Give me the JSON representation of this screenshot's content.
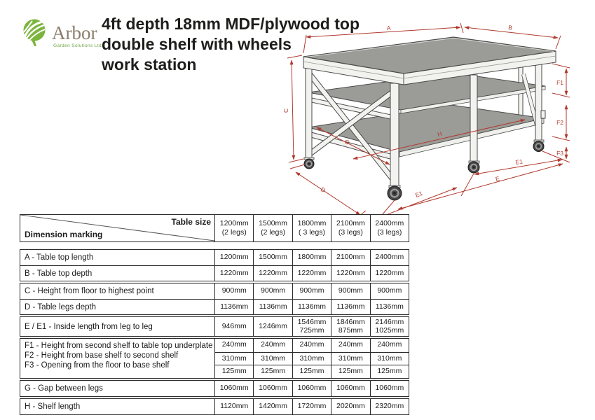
{
  "logo": {
    "name": "Arbor",
    "subtitle": "Garden Solutions Ltd.",
    "icon_color": "#7cb53e"
  },
  "title": {
    "line1": "4ft depth 18mm MDF/plywood top",
    "line2": "double shelf with wheels",
    "line3": "work station"
  },
  "diagram": {
    "labels": {
      "a": "A",
      "b": "B",
      "c": "C",
      "d": "D",
      "e": "E",
      "e1": "E1",
      "f1": "F1",
      "f2": "F2",
      "f3": "F3",
      "g": "G",
      "h": "H"
    },
    "colors": {
      "dimension_red": "#b03a2e",
      "surface_gray": "#9b9b97",
      "frame_white": "#f2f2ef",
      "outline": "#4a4a4a"
    }
  },
  "spec_table": {
    "header": {
      "corner_top": "Table size",
      "corner_bottom": "Dimension marking",
      "columns": [
        {
          "size": "1200mm",
          "legs": "(2 legs)"
        },
        {
          "size": "1500mm",
          "legs": "(2 legs)"
        },
        {
          "size": "1800mm",
          "legs": "( 3 legs)"
        },
        {
          "size": "2100mm",
          "legs": "(3 legs)"
        },
        {
          "size": "2400mm",
          "legs": "(3 legs)"
        }
      ]
    },
    "groups": [
      {
        "rows": [
          {
            "label": "A - Table top length",
            "values": [
              "1200mm",
              "1500mm",
              "1800mm",
              "2100mm",
              "2400mm"
            ]
          },
          {
            "label": "B - Table top depth",
            "values": [
              "1220mm",
              "1220mm",
              "1220mm",
              "1220mm",
              "1220mm"
            ]
          }
        ]
      },
      {
        "rows": [
          {
            "label": "C - Height from floor to highest point",
            "values": [
              "900mm",
              "900mm",
              "900mm",
              "900mm",
              "900mm"
            ]
          },
          {
            "label": "D - Table legs depth",
            "values": [
              "1136mm",
              "1136mm",
              "1136mm",
              "1136mm",
              "1136mm"
            ]
          }
        ]
      },
      {
        "rows": [
          {
            "label": "E / E1 - Inside length from leg to leg",
            "values": [
              "946mm",
              "1246mm",
              "1546mm\n725mm",
              "1846mm\n875mm",
              "2146mm\n1025mm"
            ]
          }
        ]
      },
      {
        "multi": {
          "labels": [
            "F1 - Height from second shelf to table top underplate",
            "F2 - Height from base shelf to second shelf",
            "F3 - Opening from the floor to base shelf"
          ],
          "value_rows": [
            [
              "240mm",
              "240mm",
              "240mm",
              "240mm",
              "240mm"
            ],
            [
              "310mm",
              "310mm",
              "310mm",
              "310mm",
              "310mm"
            ],
            [
              "125mm",
              "125mm",
              "125mm",
              "125mm",
              "125mm"
            ]
          ]
        }
      },
      {
        "rows": [
          {
            "label": "G - Gap between legs",
            "values": [
              "1060mm",
              "1060mm",
              "1060mm",
              "1060mm",
              "1060mm"
            ]
          }
        ]
      },
      {
        "rows": [
          {
            "label": "H - Shelf length",
            "values": [
              "1120mm",
              "1420mm",
              "1720mm",
              "2020mm",
              "2320mm"
            ]
          }
        ]
      }
    ]
  }
}
